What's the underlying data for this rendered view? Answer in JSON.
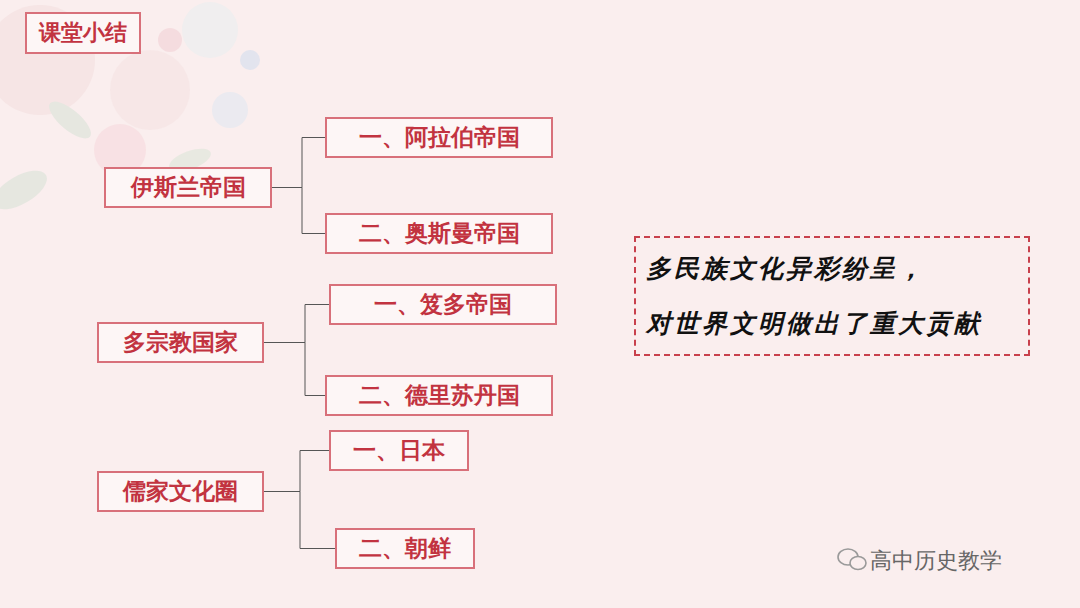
{
  "diagram": {
    "title": "课堂小结",
    "nodes": [
      {
        "text": [
          "伊斯兰帝国"
        ]
      },
      {
        "text": [
          "一、阿拉伯帝国"
        ]
      },
      {
        "text": [
          "二、奥斯曼帝国"
        ]
      },
      {
        "text": [
          "多宗教国家"
        ]
      },
      {
        "text": [
          "一、笈多帝国"
        ]
      },
      {
        "text": [
          "二、德里苏丹国"
        ]
      },
      {
        "text": [
          "儒家文化圈"
        ]
      },
      {
        "text": [
          "一、日本"
        ]
      },
      {
        "text": [
          "二、朝鲜"
        ]
      },
      {
        "text": [
          "多民族文化异彩纷呈，",
          "对世界文明做出了重大贡献"
        ]
      }
    ],
    "edges": [
      {
        "from": 0,
        "to": 1,
        "arrow": "none"
      },
      {
        "from": 0,
        "to": 2,
        "arrow": "none"
      },
      {
        "from": 3,
        "to": 4,
        "arrow": "none"
      },
      {
        "from": 3,
        "to": 5,
        "arrow": "none"
      },
      {
        "from": 6,
        "to": 7,
        "arrow": "none"
      },
      {
        "from": 6,
        "to": 8,
        "arrow": "none"
      }
    ],
    "labels": [
      "高中历史教学"
    ]
  }
}
